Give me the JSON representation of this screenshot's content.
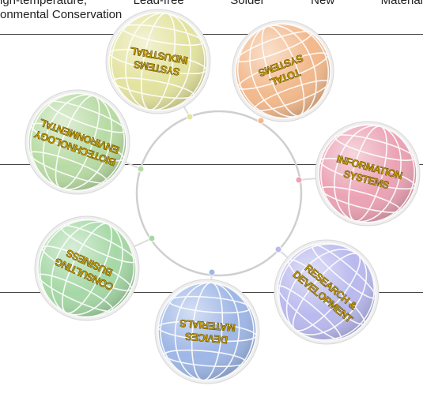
{
  "header": {
    "line1_words": [
      "igh-temperature,",
      "Lead-free",
      "Solder",
      "New",
      "Material"
    ],
    "line2": "onmental Conservation"
  },
  "spheres": [
    {
      "id": "top-left",
      "label_lines": [
        "SYSTEMS",
        "INDUSTRIAL"
      ],
      "color": "#e3e3a0"
    },
    {
      "id": "top-right",
      "label_lines": [
        "TOTAL",
        "SYSTEMS"
      ],
      "color": "#f2b98c"
    },
    {
      "id": "right",
      "label_lines": [
        "INFORMATION",
        "SYSTEMS"
      ],
      "color": "#eba3b4"
    },
    {
      "id": "bottom-right",
      "label_lines": [
        "RESEARCH &",
        "DEVELOPMENT"
      ],
      "color": "#b9b9ee"
    },
    {
      "id": "bottom",
      "label_lines": [
        "DEVICES",
        "MATERIALS"
      ],
      "color": "#9fb7e6"
    },
    {
      "id": "bottom-left",
      "label_lines": [
        "CONSULTING",
        "BUSINESS"
      ],
      "color": "#a6d8a6"
    },
    {
      "id": "left",
      "label_lines": [
        "BIOTECHNOLOGY",
        "ENVIRONMENTAL"
      ],
      "color": "#b8dba4"
    }
  ],
  "colors": {
    "ring": "#cfcfcf",
    "wire": "#ffffff",
    "rule": "#444444"
  }
}
